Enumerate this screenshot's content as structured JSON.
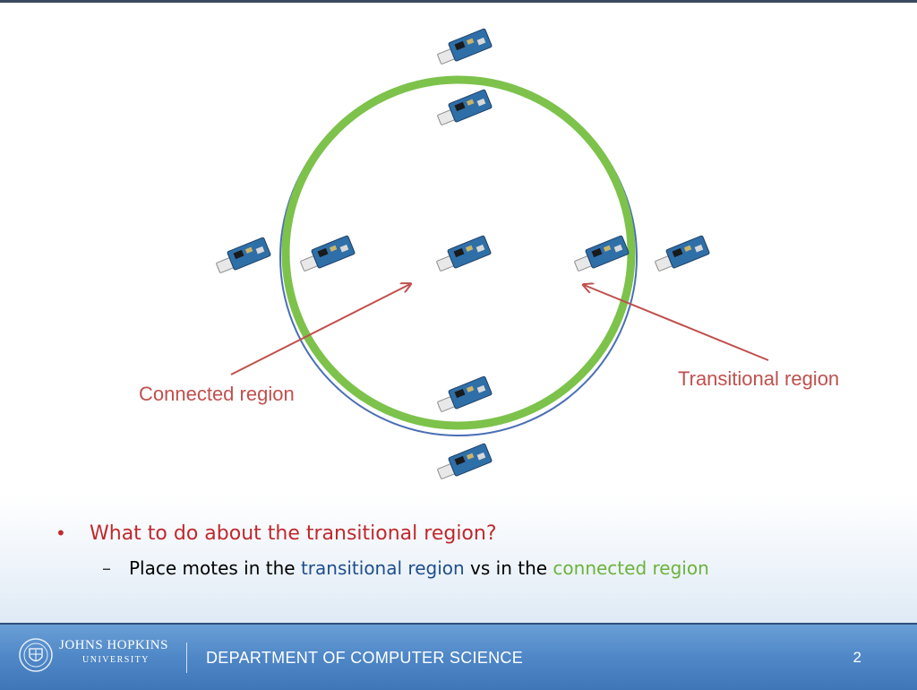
{
  "labels": {
    "connected": "Connected region",
    "transitional": "Transitional region"
  },
  "bullets": {
    "main": "What to do about the transitional region?",
    "sub_prefix": "Place motes in the ",
    "sub_transitional": "transitional region",
    "sub_middle": " vs in the ",
    "sub_connected": "connected region"
  },
  "footer": {
    "university_line1": "JOHNS HOPKINS",
    "university_line2": "UNIVERSITY",
    "department": "DEPARTMENT OF COMPUTER SCIENCE",
    "page_number": "2"
  },
  "colors": {
    "circle_green": "#7dc24b",
    "circle_blue": "#4a6fb5",
    "arrow_red": "#c0504d",
    "footer_blue": "#4f87c7"
  }
}
